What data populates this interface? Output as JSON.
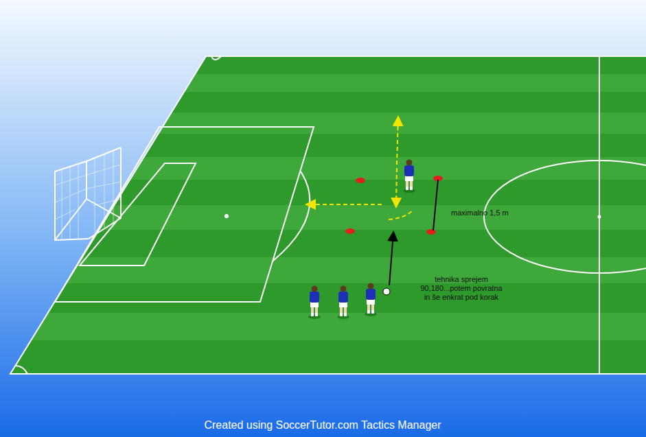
{
  "diagram": {
    "labels": [
      "maximalno 1,5 m",
      "tehnika sprejem 90,180...potem povratna in še enkrat pod korak",
      "Created using SoccerTutor.com Tactics Manager"
    ]
  }
}
